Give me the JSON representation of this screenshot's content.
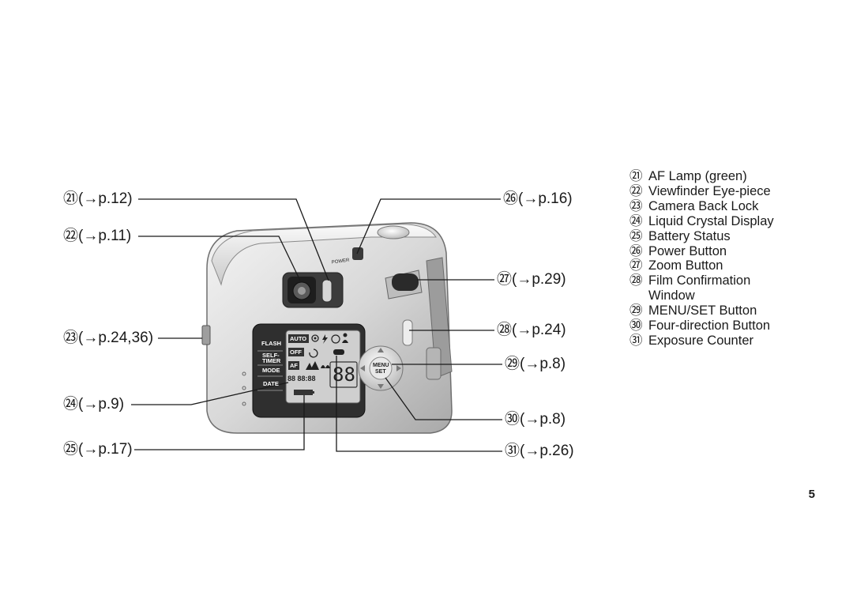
{
  "callouts": {
    "c21": "㉑(→p.12)",
    "c22": "㉒(→p.11)",
    "c23": "㉓(→p.24,36)",
    "c24": "㉔(→p.9)",
    "c25": "㉕(→p.17)",
    "c26": "㉖(→p.16)",
    "c27": "㉗(→p.29)",
    "c28": "㉘(→p.24)",
    "c29": "㉙(→p.8)",
    "c30": "㉚(→p.8)",
    "c31": "㉛(→p.26)"
  },
  "legend": [
    {
      "num": "㉑",
      "label": "AF Lamp (green)"
    },
    {
      "num": "㉒",
      "label": "Viewfinder Eye-piece"
    },
    {
      "num": "㉓",
      "label": "Camera Back Lock"
    },
    {
      "num": "㉔",
      "label": "Liquid Crystal Display"
    },
    {
      "num": "㉕",
      "label": "Battery Status"
    },
    {
      "num": "㉖",
      "label": "Power Button"
    },
    {
      "num": "㉗",
      "label": "Zoom Button"
    },
    {
      "num": "㉘",
      "label": "Film Confirmation"
    },
    {
      "num": "",
      "label": "Window"
    },
    {
      "num": "㉙",
      "label": "MENU/SET Button"
    },
    {
      "num": "㉚",
      "label": "Four-direction Button"
    },
    {
      "num": "㉛",
      "label": "Exposure Counter"
    }
  ],
  "camera": {
    "power_label": "POWER",
    "menu_label": "MENU",
    "set_label": "SET",
    "lcd_labels": {
      "flash": "FLASH",
      "self": "SELF-",
      "timer": "TIMER",
      "mode": "MODE",
      "date": "DATE",
      "auto": "AUTO",
      "off": "OFF",
      "af": "AF",
      "date_digits": "88 88:88",
      "counter": "88"
    }
  },
  "page_number": "5"
}
